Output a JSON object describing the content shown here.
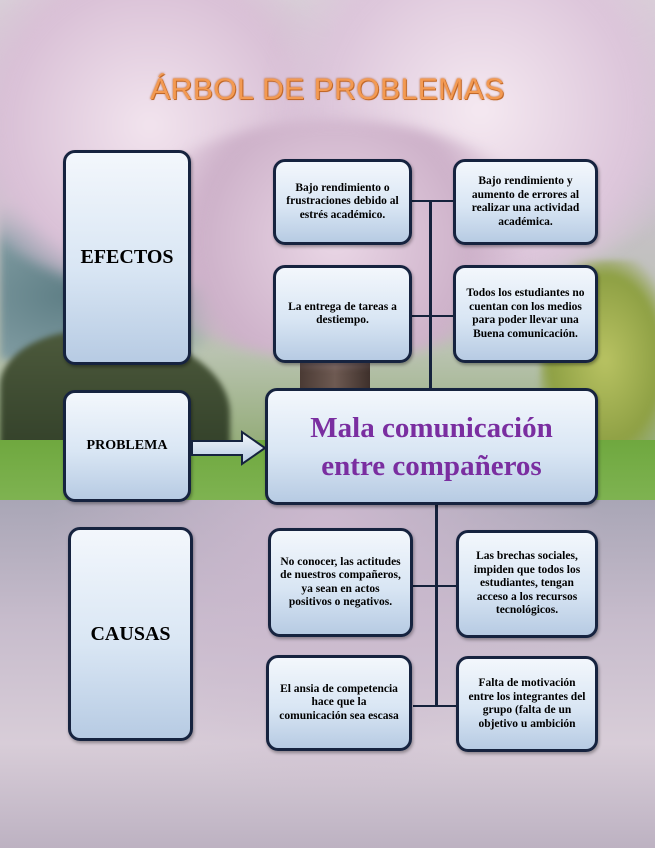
{
  "title": "ÁRBOL DE PROBLEMAS",
  "labels": {
    "efectos": "EFECTOS",
    "problema": "PROBLEMA",
    "causas": "CAUSAS"
  },
  "problem": "Mala comunicación entre compañeros",
  "effects": [
    "Bajo rendimiento o frustraciones debido al estrés académico.",
    "Bajo rendimiento y aumento de errores al realizar una actividad académica.",
    "La entrega de tareas a destiempo.",
    "Todos los estudiantes no cuentan con los medios para poder llevar una Buena comunicación."
  ],
  "causes": [
    "No conocer, las actitudes de nuestros compañeros, ya sean en actos positivos o negativos.",
    "Las brechas sociales, impiden que todos los estudiantes, tengan acceso a los recursos tecnológicos.",
    "El ansia de competencia hace que la comunicación sea escasa",
    "Falta de motivación entre los integrantes del grupo (falta de un objetivo u ambición"
  ]
}
